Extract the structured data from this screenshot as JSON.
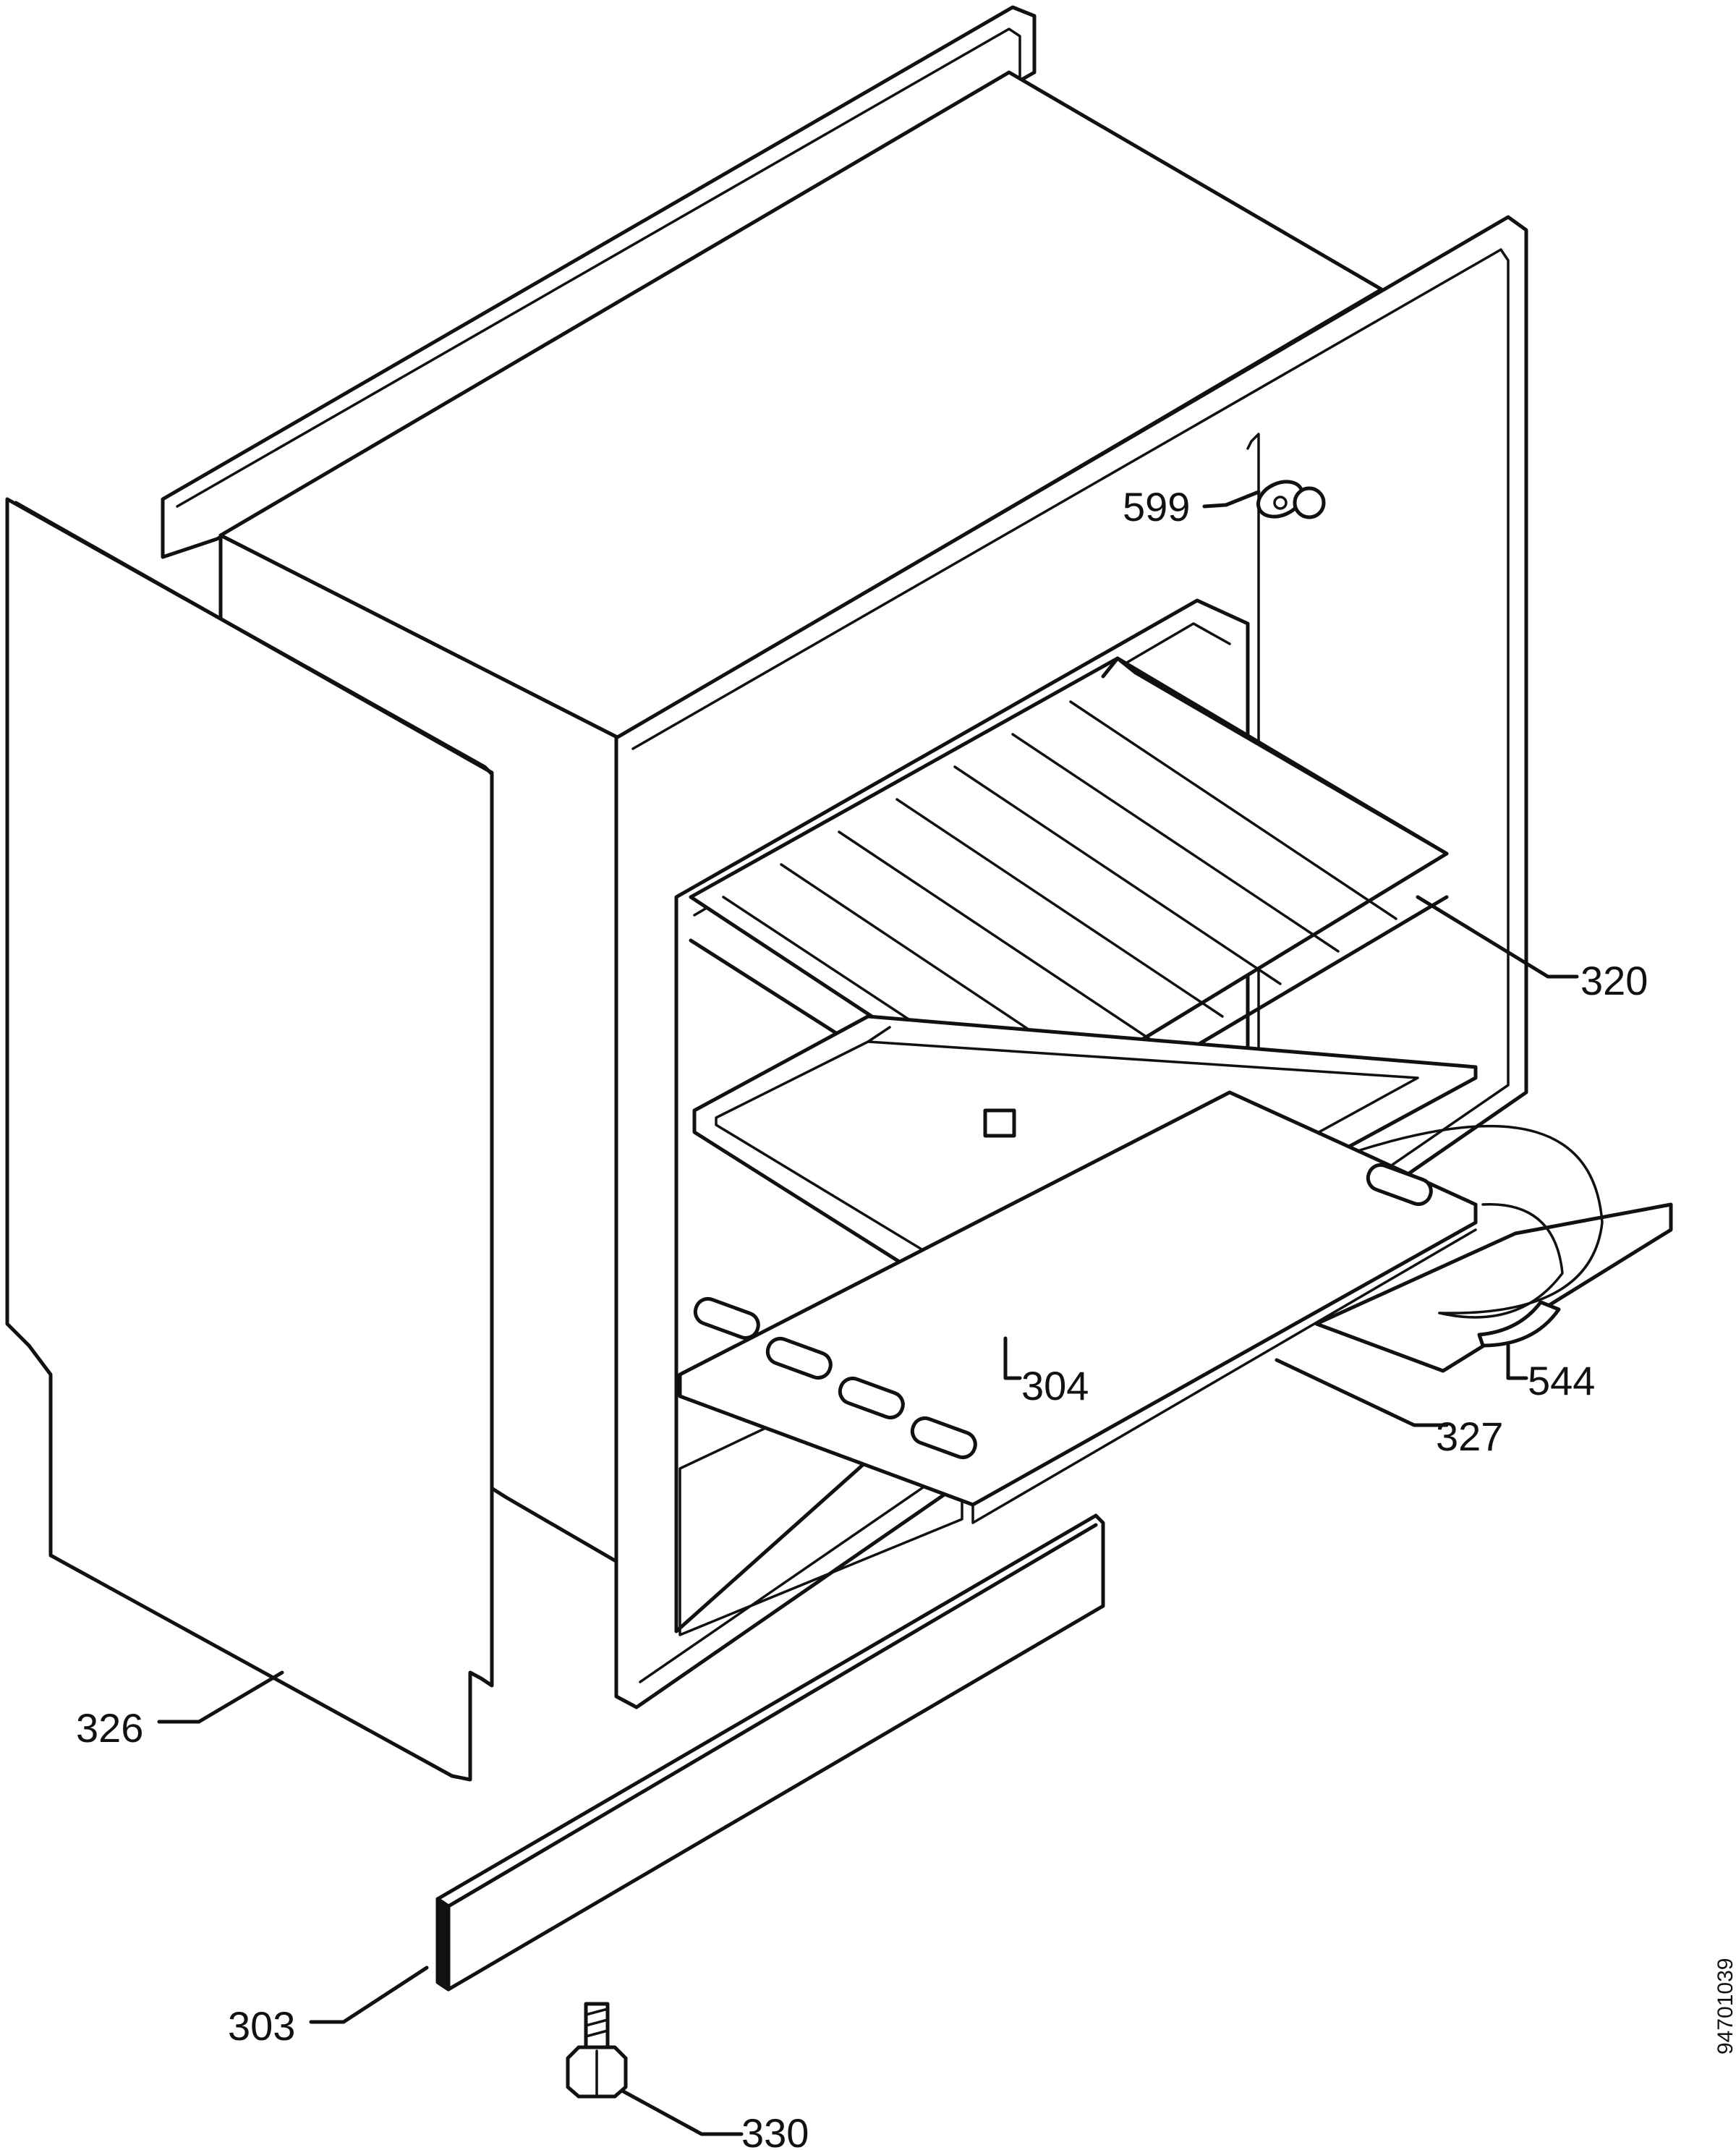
{
  "callouts": {
    "p599": "599",
    "p320": "320",
    "p304": "304",
    "p544": "544",
    "p327": "327",
    "p326": "326",
    "p303": "303",
    "p330": "330"
  },
  "document_number": "94701039"
}
